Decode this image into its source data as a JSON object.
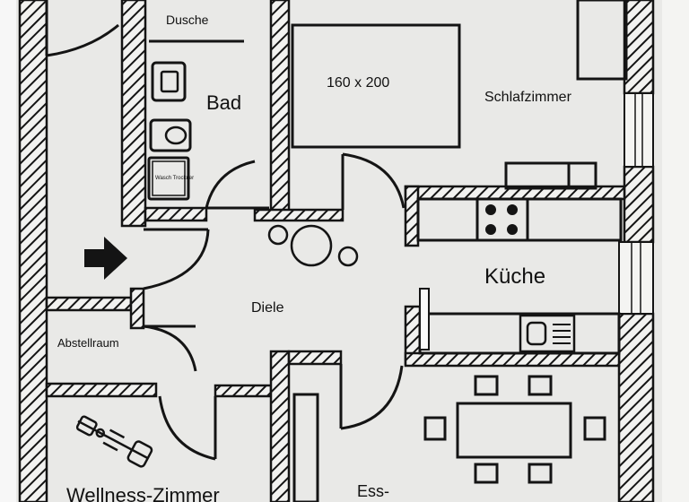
{
  "rooms": {
    "dusche": "Dusche",
    "bad": "Bad",
    "bed": "160 x 200",
    "schlafzimmer": "Schlafzimmer",
    "washer": "Wasch Trockner",
    "kueche": "Küche",
    "diele": "Diele",
    "abstellraum": "Abstellraum",
    "wellness": "Wellness-Zimmer",
    "ess": "Ess-"
  },
  "colors": {
    "paper": "#e9e9e7",
    "ink": "#141414"
  }
}
